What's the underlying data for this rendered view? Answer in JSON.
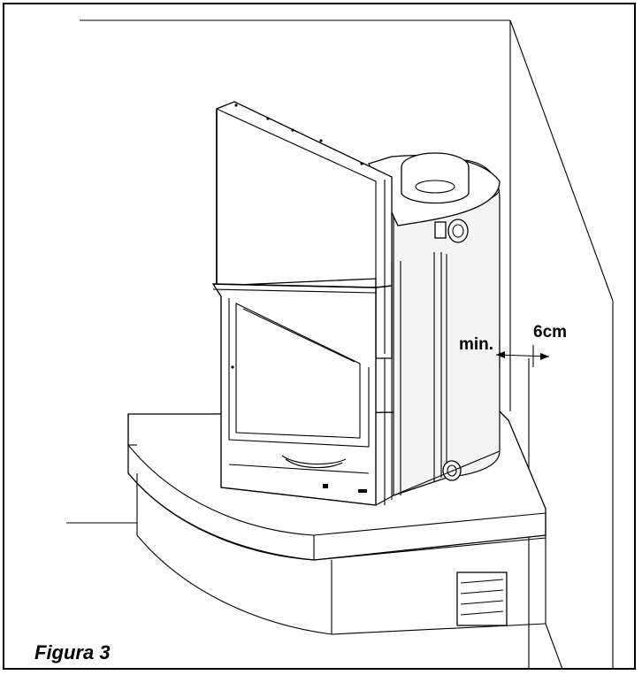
{
  "figure": {
    "caption": "Figura 3",
    "dimension": {
      "prefix": "min.",
      "value": "6cm"
    }
  }
}
